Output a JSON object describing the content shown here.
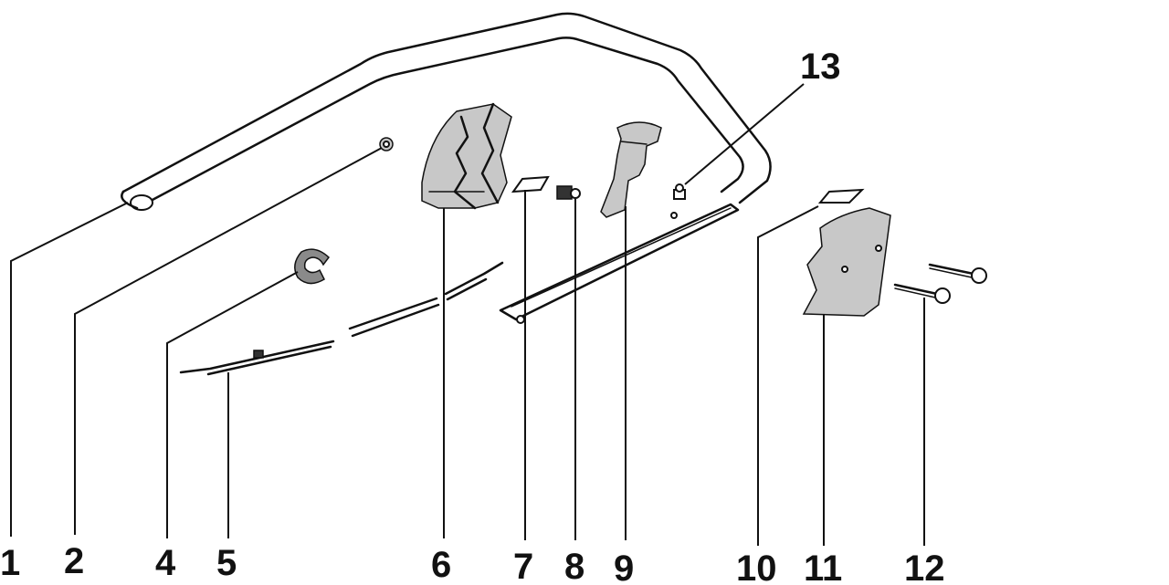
{
  "labels": {
    "p1": "1",
    "p2": "2",
    "p4": "4",
    "p5": "5",
    "p6": "6",
    "p7": "7",
    "p8": "8",
    "p9": "9",
    "p10": "10",
    "p11": "11",
    "p12": "12",
    "p13": "13"
  }
}
